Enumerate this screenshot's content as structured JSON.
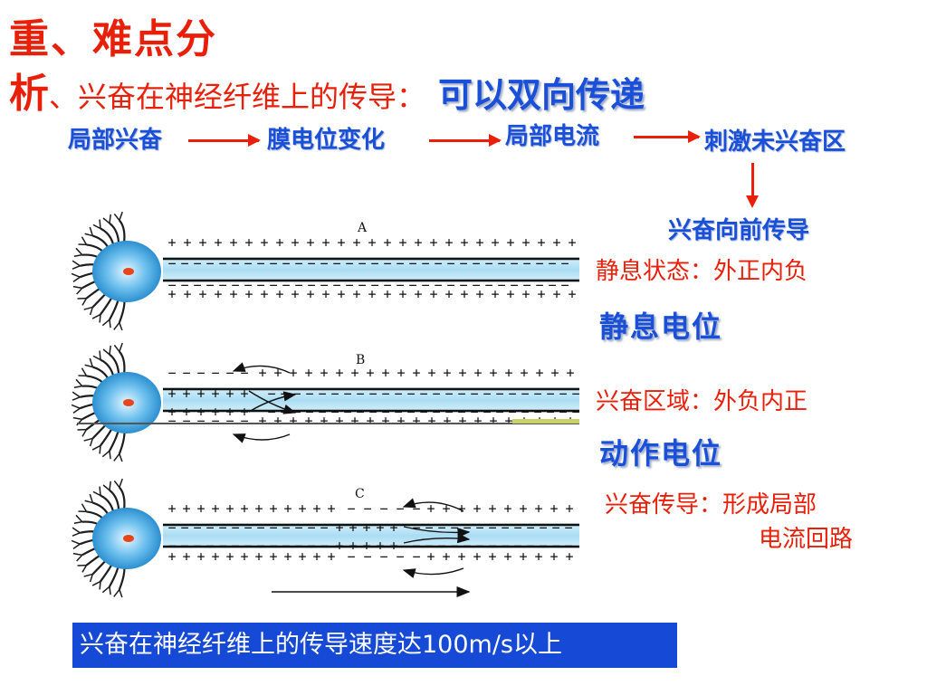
{
  "title": {
    "line1": "重、难点分",
    "line2_char": "析",
    "line2_sub": "、兴奋在神经纤维上的传导：",
    "line2_big": "可以双向传递"
  },
  "flow": {
    "step1": "局部兴奋",
    "step2": "膜电位变化",
    "step3": "局部电流",
    "step4": "刺激未兴奋区",
    "step5": "兴奋向前传导"
  },
  "panels": {
    "a_label": "A",
    "b_label": "B",
    "c_label": "C"
  },
  "side": {
    "rest_state": "静息状态：外正内负",
    "rest_potential": "静息电位",
    "excited_region": "兴奋区域：外负内正",
    "action_potential": "动作电位",
    "conduction_line1": "兴奋传导：形成局部",
    "conduction_line2": "电流回路"
  },
  "footer": {
    "text": "兴奋在神经纤维上的传导速度达100m/s以上"
  },
  "colors": {
    "red": "#e8200a",
    "blue": "#1a4fd8",
    "footer_bg": "#1549d6",
    "axon": "#bfe6f7",
    "cell_body": "#3aa3e0"
  },
  "icons": [
    "right-arrow-icon",
    "down-arrow-icon",
    "neuron-icon",
    "current-loop-arrow-icon"
  ]
}
